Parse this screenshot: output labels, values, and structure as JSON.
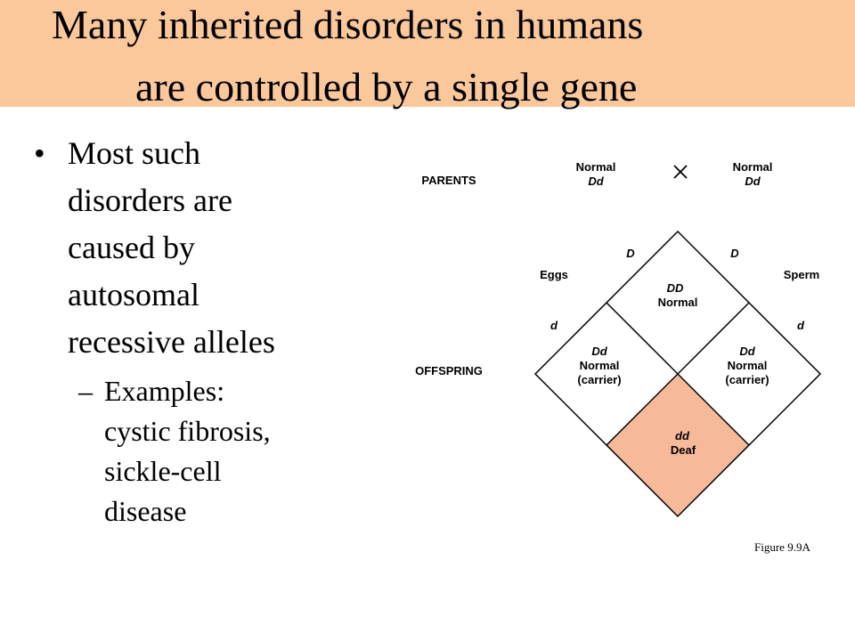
{
  "title": {
    "line1": "Many inherited disorders in humans",
    "line2": "are controlled by a single gene"
  },
  "bullets": [
    {
      "marker": "•",
      "lines": [
        "Most such",
        "disorders are",
        "caused by",
        "autosomal",
        "recessive alleles"
      ],
      "sub": {
        "marker": "–",
        "lines": [
          "Examples:",
          "cystic fibrosis,",
          "sickle-cell",
          "disease"
        ]
      }
    }
  ],
  "diagram": {
    "parents_label": "PARENTS",
    "offspring_label": "OFFSPRING",
    "cross_symbol": "×",
    "parent_left": {
      "phenotype": "Normal",
      "genotype": "Dd"
    },
    "parent_right": {
      "phenotype": "Normal",
      "genotype": "Dd"
    },
    "eggs_label": "Eggs",
    "sperm_label": "Sperm",
    "allele_top_left": "D",
    "allele_top_right": "D",
    "allele_side_left": "d",
    "allele_side_right": "d",
    "cells": {
      "top": {
        "genotype": "DD",
        "phenotype": "Normal"
      },
      "left": {
        "genotype": "Dd",
        "phenotype": "Normal",
        "note": "(carrier)"
      },
      "right": {
        "genotype": "Dd",
        "phenotype": "Normal",
        "note": "(carrier)"
      },
      "bottom": {
        "genotype": "dd",
        "phenotype": "Deaf"
      }
    },
    "colors": {
      "affected_fill": "#f6b99a",
      "title_bar": "#fbc89b",
      "stroke": "#000000"
    }
  },
  "caption": "Figure 9.9A"
}
